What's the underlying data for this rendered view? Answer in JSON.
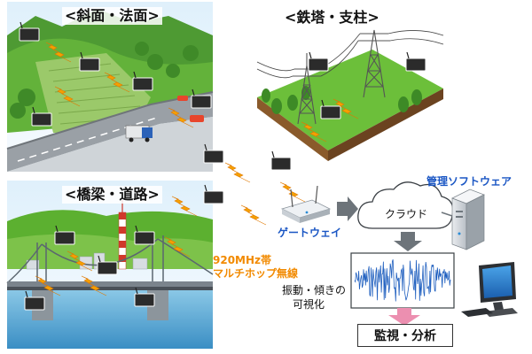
{
  "scenes": {
    "slope": {
      "title": "<斜面・法面>"
    },
    "tower": {
      "title": "<鉄塔・支柱>"
    },
    "bridge": {
      "title": "<橋梁・道路>"
    }
  },
  "labels": {
    "gateway": "ゲートウェイ",
    "cloud": "クラウド",
    "software": "管理ソフトウェア",
    "wireless_line1": "920MHz帯",
    "wireless_line2": "マルチホップ無線",
    "visualize_line1": "振動・傾きの",
    "visualize_line2": "可視化",
    "monitor": "監視・分析"
  },
  "colors": {
    "accent_blue": "#1a56c4",
    "wireless_orange": "#f5a000",
    "grass_green": "#5cb030",
    "sky_blue": "#cfe7f7",
    "signal_blue": "#1f5fbf"
  },
  "icons": [
    "sensor-icon",
    "wireless-bolt-icon",
    "gateway-router-icon",
    "cloud-icon",
    "server-icon",
    "arrow-icon",
    "monitor-icon"
  ]
}
